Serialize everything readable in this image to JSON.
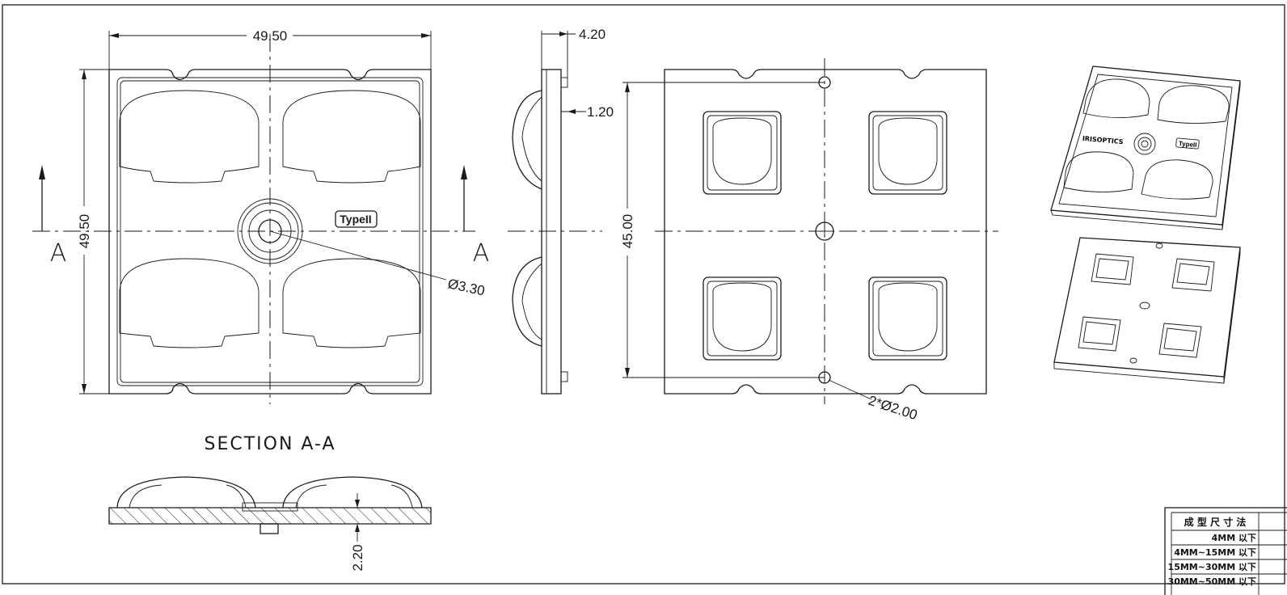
{
  "drawing": {
    "top_view": {
      "width_dim": "49.50",
      "height_dim": "49.50",
      "hole_dim": "Ø3.30",
      "label": "TypeII",
      "section_marker_left": "A",
      "section_marker_right": "A"
    },
    "side_view": {
      "thickness_dim": "4.20",
      "flange_dim": "1.20"
    },
    "bottom_view": {
      "pitch_dim": "45.00",
      "pin_dim": "2*Ø2.00"
    },
    "section": {
      "title": "SECTION A-A",
      "depth_dim": "2.20"
    },
    "iso_view": {
      "brand": "IRISOPTICS",
      "label": "TypeII"
    },
    "title_block": {
      "header": "成 型 尺 寸 法",
      "rows": [
        "4MM 以下",
        "4MM~15MM 以下",
        "15MM~30MM 以下",
        "30MM~50MM 以下"
      ]
    }
  }
}
